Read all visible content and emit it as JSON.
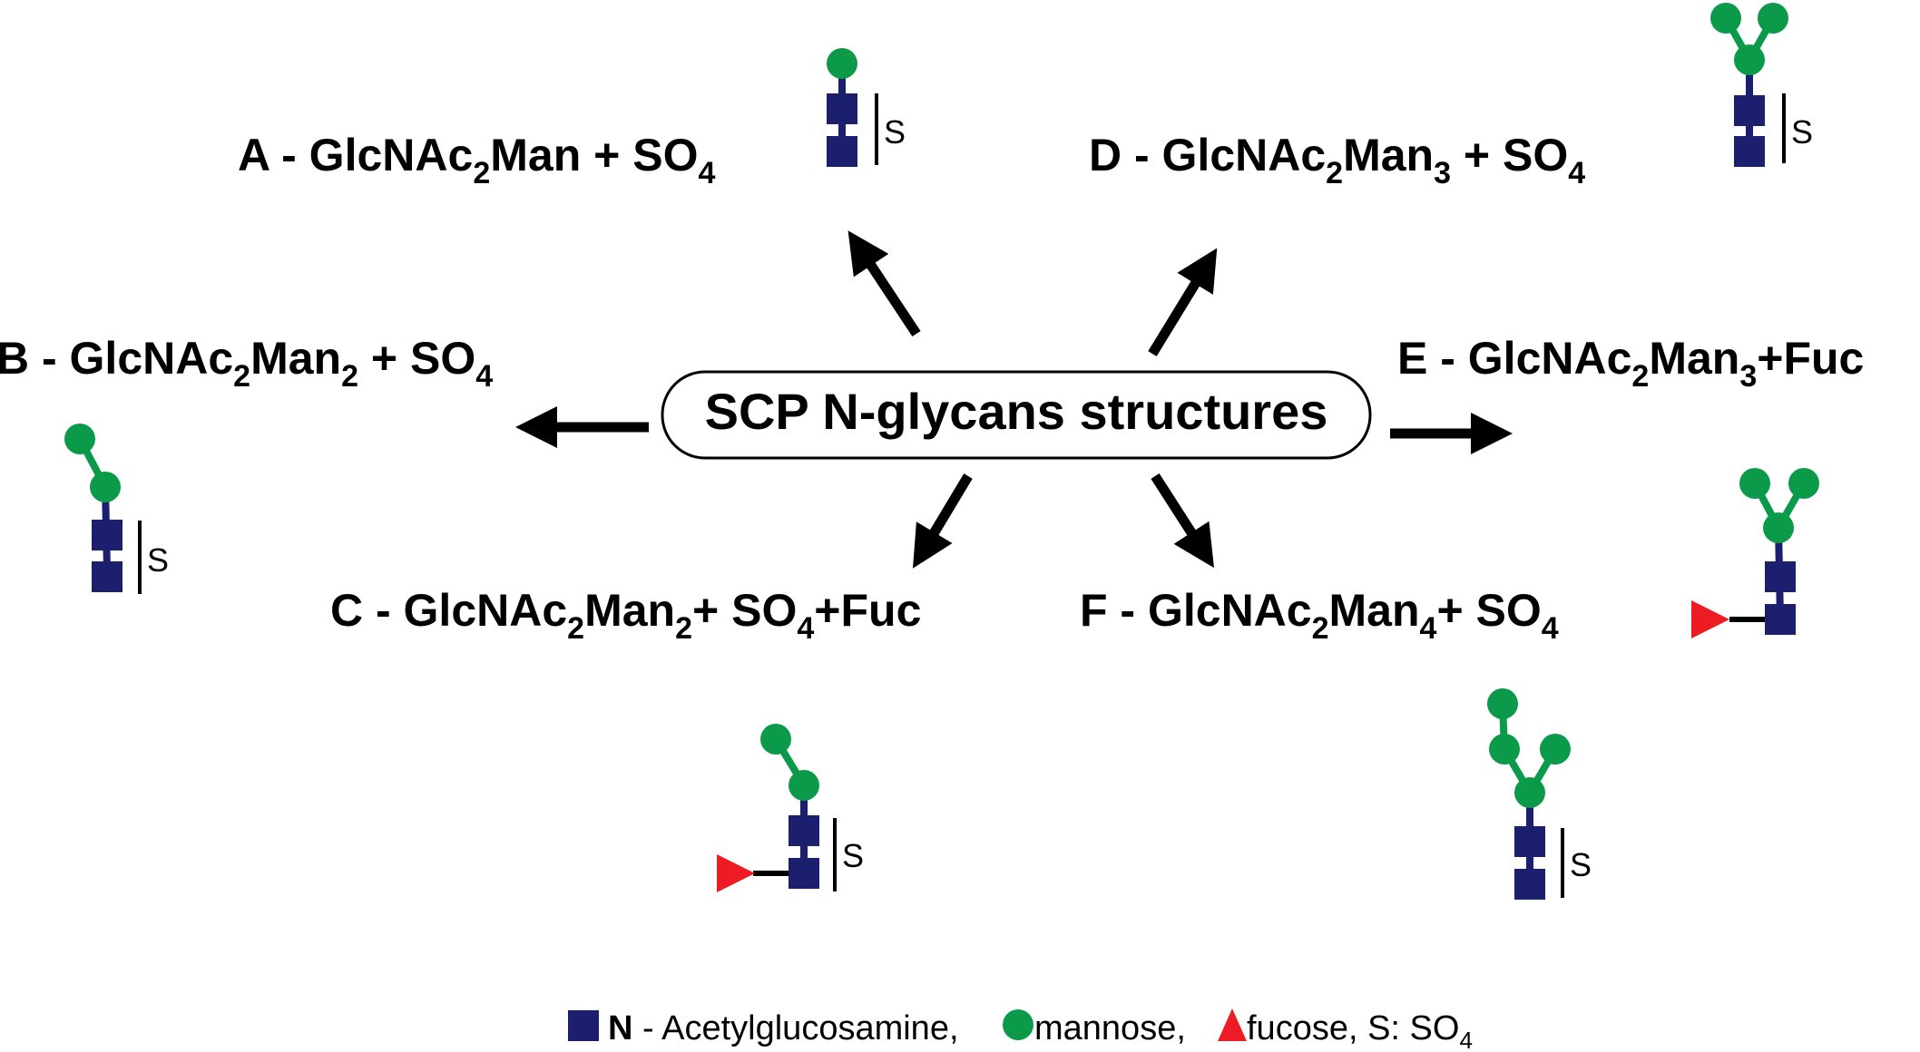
{
  "center_label": "SCP N-glycans structures",
  "structures": [
    {
      "id": "A",
      "prefix": "A - GlcNAc",
      "sub1": "2",
      "mid": "Man + SO",
      "sub2": "4",
      "tail": ""
    },
    {
      "id": "B",
      "prefix": "B - GlcNAc",
      "sub1": "2",
      "mid": "Man",
      "sub2": "2",
      "mid2": " + SO",
      "sub3": "4"
    },
    {
      "id": "C",
      "prefix": "C - GlcNAc",
      "sub1": "2",
      "mid": "Man",
      "sub2": "2",
      "mid2": "+ SO",
      "sub3": "4",
      "tail": "+Fuc"
    },
    {
      "id": "D",
      "prefix": "D - GlcNAc",
      "sub1": "2",
      "mid": "Man",
      "sub2": "3",
      "mid2": " + SO",
      "sub3": "4"
    },
    {
      "id": "E",
      "prefix": "E - GlcNAc",
      "sub1": "2",
      "mid": "Man",
      "sub2": "3",
      "tail": "+Fuc"
    },
    {
      "id": "F",
      "prefix": "F - GlcNAc",
      "sub1": "2",
      "mid": "Man",
      "sub2": "4",
      "mid2": "+ SO",
      "sub3": "4"
    }
  ],
  "sulfate_marker": "S",
  "legend": {
    "n_bold": "N",
    "glcnac_text": " - Acetylglucosamine,",
    "mannose_text": " mannose,",
    "fucose_text": " fucose, S: SO",
    "fucose_sub": "4"
  },
  "colors": {
    "glcnac": "#1c1e6e",
    "mannose": "#0a9a4a",
    "fucose": "#ed1c24",
    "text": "#000000"
  }
}
